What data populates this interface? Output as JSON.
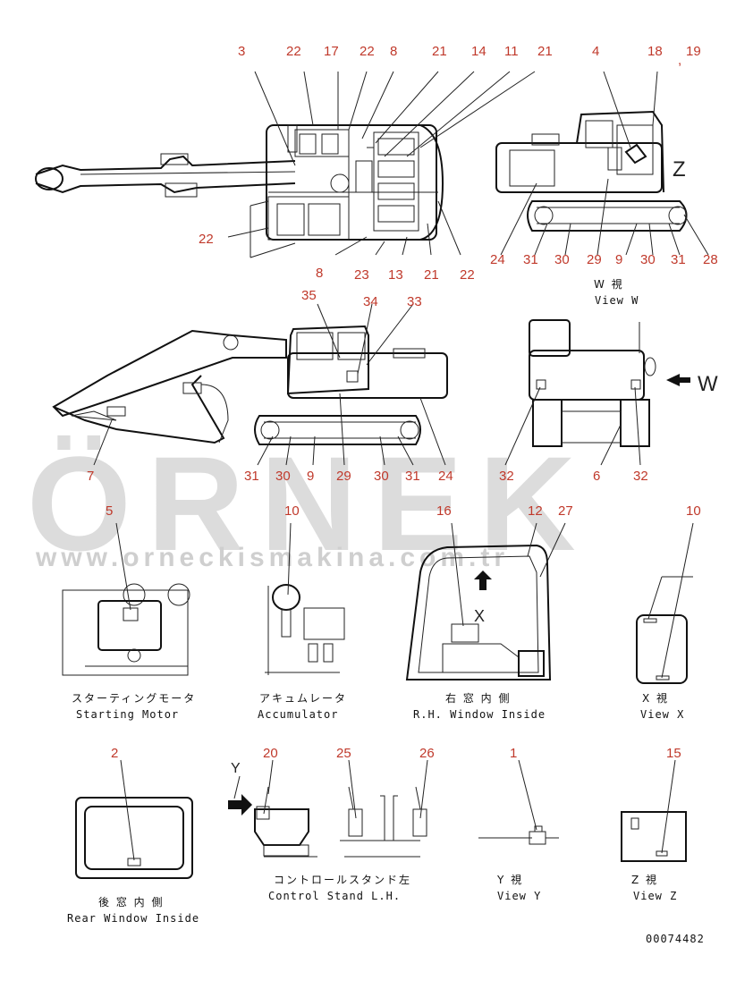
{
  "watermark": {
    "brand": "ÖRNEK",
    "url": "www.orneckismakina.com.tr"
  },
  "labels": {
    "top": [
      "3",
      "22",
      "17",
      "22",
      "8",
      "21",
      "14",
      "11",
      "21"
    ],
    "top_left_22": "22",
    "top_bottom": [
      "8",
      "23",
      "13",
      "21",
      "22"
    ],
    "w_view_top": [
      "4",
      "18",
      ",",
      "19"
    ],
    "w_view_z": "Z",
    "w_view_bottom": [
      "24",
      "31",
      "30",
      "29",
      "9",
      "30",
      "31",
      "28"
    ],
    "side_top": [
      "35",
      "34",
      "33"
    ],
    "side_bottom": [
      "31",
      "30",
      "9",
      "29",
      "30",
      "31",
      "24"
    ],
    "side_left": "7",
    "front_w": "W",
    "front_bottom": [
      "32",
      "6",
      "32"
    ],
    "d5": "5",
    "d10a": "10",
    "d16": "16",
    "d12": "12",
    "d27": "27",
    "d10b": "10",
    "d2": "2",
    "d20": "20",
    "d25": "25",
    "d26": "26",
    "d1": "1",
    "d15": "15",
    "x_mark": "X",
    "y_mark": "Y"
  },
  "captions": {
    "w_view": {
      "jp": "W 視",
      "en": "View W"
    },
    "starting_motor": {
      "jp": "スターティングモータ",
      "en": "Starting Motor"
    },
    "accumulator": {
      "jp": "アキュムレータ",
      "en": "Accumulator"
    },
    "rh_window": {
      "jp": "右 窓 内 側",
      "en": "R.H. Window Inside"
    },
    "view_x": {
      "jp": "X 視",
      "en": "View X"
    },
    "rear_window": {
      "jp": "後 窓 内 側",
      "en": "Rear Window Inside"
    },
    "control_stand": {
      "jp": "コントロールスタンド左",
      "en": "Control Stand L.H."
    },
    "view_y": {
      "jp": "Y 視",
      "en": "View Y"
    },
    "view_z": {
      "jp": "Z 視",
      "en": "View Z"
    }
  },
  "drawing_number": "00074482"
}
